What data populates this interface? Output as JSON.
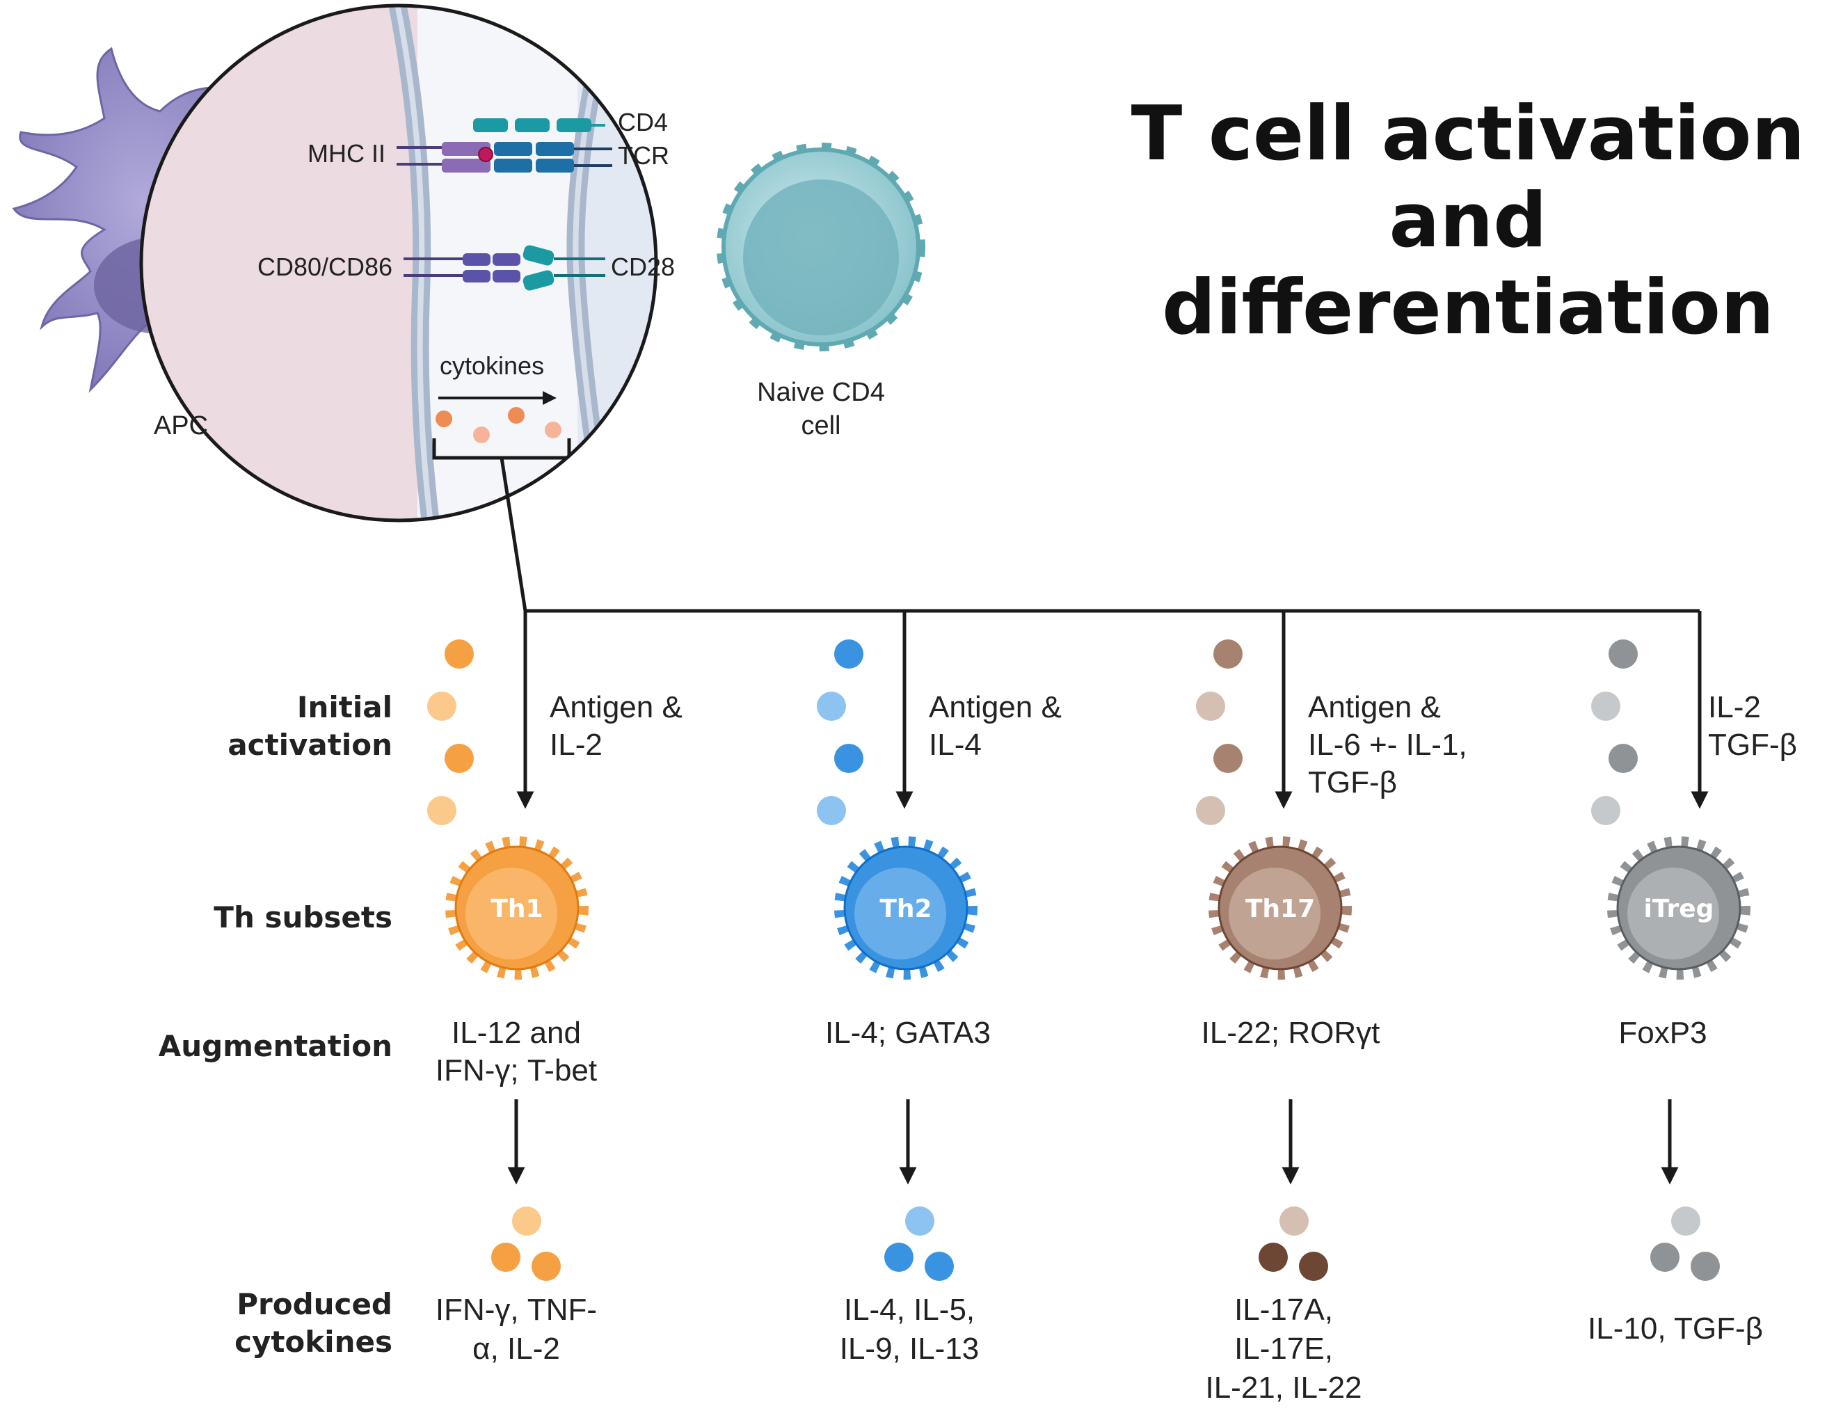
{
  "title": {
    "line1": "T cell activation and",
    "line2": "differentiation"
  },
  "left_cell": {
    "label": "APC"
  },
  "right_cell": {
    "label_line1": "Naive CD4",
    "label_line2": "cell"
  },
  "zoom": {
    "mhc": "MHC II",
    "cd4": "CD4",
    "tcr": "TCR",
    "cd80": "CD80/CD86",
    "cd28": "CD28",
    "cytokines": "cytokines"
  },
  "row_labels": {
    "initial_line1": "Initial",
    "initial_line2": "activation",
    "subsets": "Th subsets",
    "augmentation": "Augmentation",
    "produced_line1": "Produced",
    "produced_line2": "cytokines"
  },
  "columns": [
    {
      "subset": "Th1",
      "color": "#f5a042",
      "light": "#fbc98a",
      "dark": "#e07b10",
      "condition": "Antigen &\nIL-2",
      "augmentation": [
        "IL-12 and",
        "IFN-γ; T-bet"
      ],
      "produced": [
        "IFN-γ, TNF-",
        "α, IL-2"
      ]
    },
    {
      "subset": "Th2",
      "color": "#3a93e0",
      "light": "#8cc3f0",
      "dark": "#0f6fc8",
      "condition": "Antigen &\nIL-4",
      "augmentation": [
        "IL-4; GATA3"
      ],
      "produced": [
        "IL-4, IL-5,",
        "IL-9, IL-13"
      ]
    },
    {
      "subset": "Th17",
      "color": "#a88270",
      "light": "#d5bfb3",
      "dark": "#6e4634",
      "condition": "Antigen &\nIL-6 +- IL-1,\nTGF-β",
      "augmentation": [
        "IL-22; RORγt"
      ],
      "produced": [
        "IL-17A,",
        "IL-17E,",
        "IL-21, IL-22"
      ]
    },
    {
      "subset": "iTreg",
      "color": "#8f9396",
      "light": "#c6c9cb",
      "dark": "#5a5e61",
      "condition": "IL-2\nTGF-β",
      "augmentation": [
        "FoxP3"
      ],
      "produced": [
        "IL-10, TGF-β"
      ]
    }
  ],
  "colors": {
    "apc": "#8e86c4",
    "naive": "#8ec9cf",
    "line": "#1a1a1a",
    "zoom_left": "#ecdce2",
    "zoom_right": "#e3e9f3",
    "membrane": "#a9b7cd"
  }
}
